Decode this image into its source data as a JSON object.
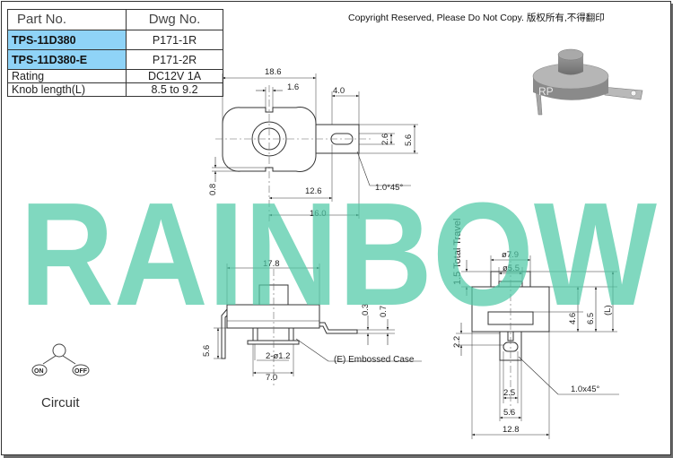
{
  "table": {
    "header": {
      "part": "Part No.",
      "dwg": "Dwg No."
    },
    "rows": [
      {
        "part": "TPS-11D380",
        "dwg": "P171-1R"
      },
      {
        "part": "TPS-11D380-E",
        "dwg": "P171-2R"
      },
      {
        "part": "Rating",
        "dwg": "DC12V 1A"
      },
      {
        "part": "Knob length(L)",
        "dwg": "8.5 to 9.2"
      }
    ]
  },
  "copyright": "Copyright Reserved, Please Do Not Copy. 版权所有,不得翻印",
  "watermark": "RAINBOW",
  "product_badge": "RP",
  "circuit": {
    "label": "Circuit",
    "on": "ON",
    "off": "OFF"
  },
  "top_view": {
    "d1": "18.6",
    "d2": "1.6",
    "d3": "4.0",
    "d4": "2.6",
    "d5": "5.6",
    "d6": "0.8",
    "d7": "12.6",
    "d8": "1.0*45°",
    "d9": "16.0"
  },
  "side_view": {
    "d1": "17.8",
    "d2": "0.3",
    "d3": "0.7",
    "d4": "5.6",
    "d5": "2-ø1.2",
    "d6": "7.0",
    "embossed": "(E)  Embossed Case"
  },
  "end_view": {
    "travel": "1.5 Total Travel",
    "d1": "ø7.9",
    "d2": "ø5.5",
    "d3": "4.6",
    "d4": "6.5",
    "d5": "(L)",
    "d6": "2.2",
    "d7": "2.5",
    "d8": "1.0x45°",
    "d9": "5.6",
    "d10": "12.8"
  },
  "colors": {
    "badge": "#8fd3f7",
    "watermark": "#4fc9a6",
    "line": "#333333"
  }
}
